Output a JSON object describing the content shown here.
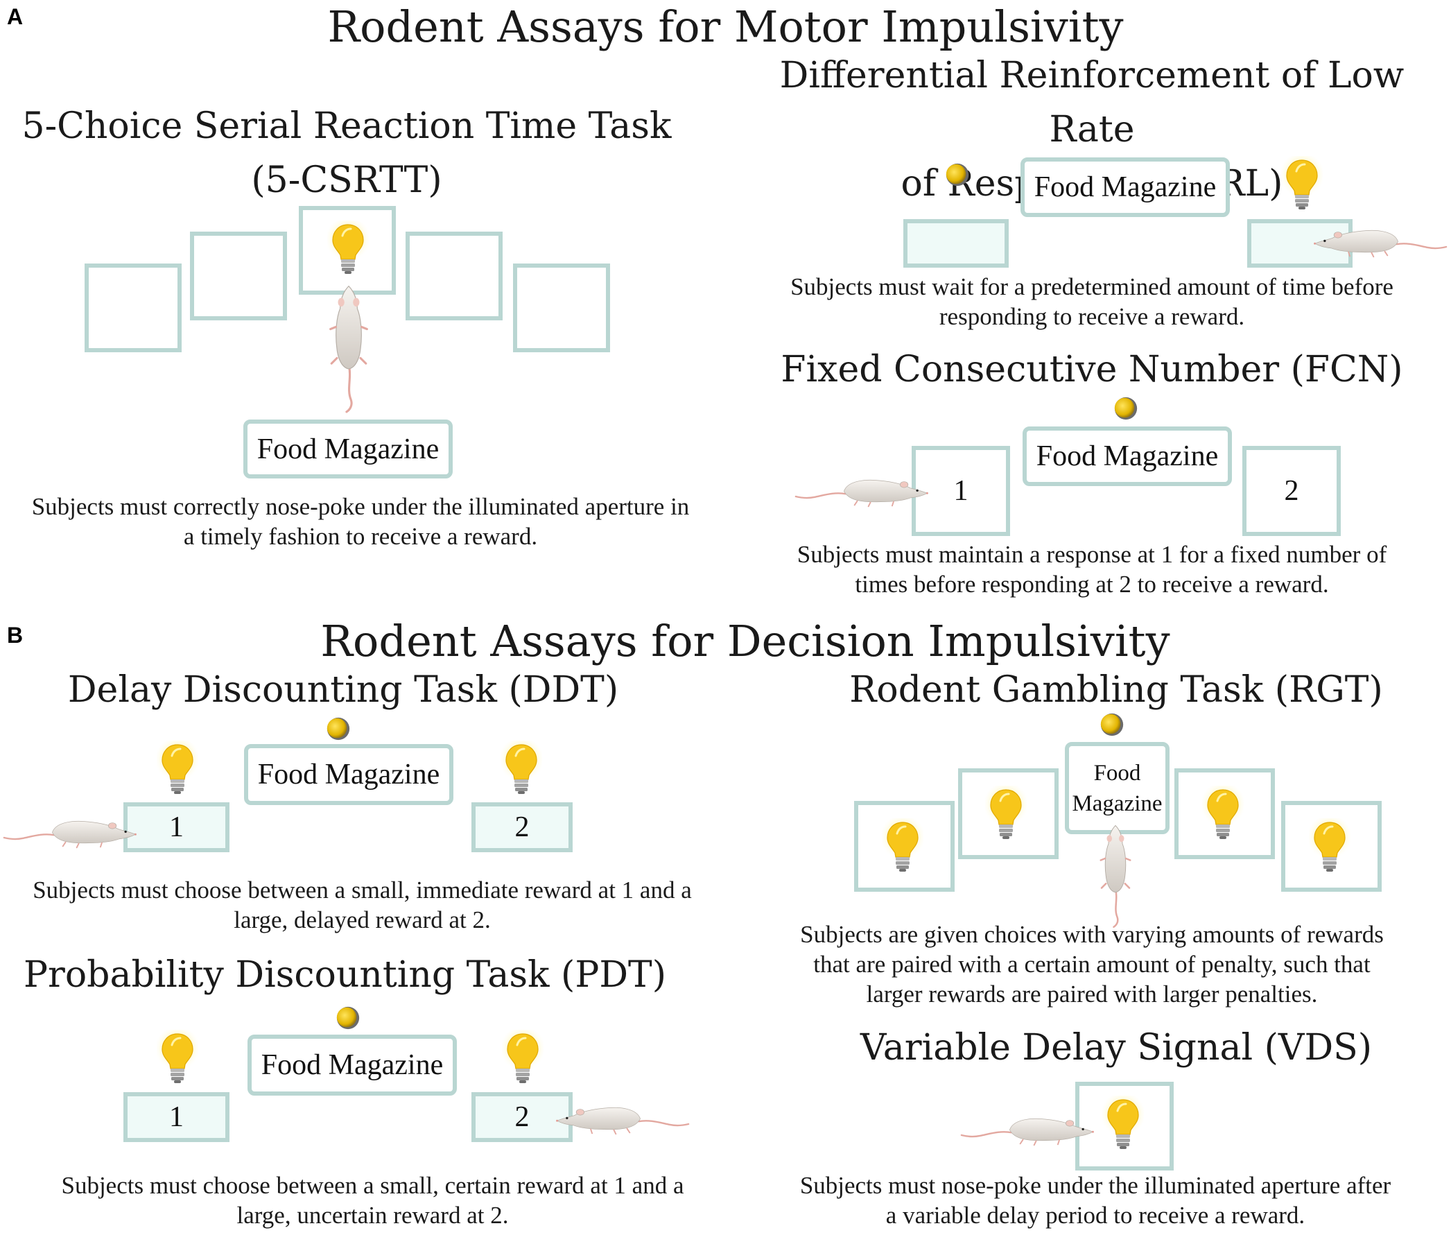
{
  "panel_a": {
    "letter": "A",
    "title": "Rodent Assays for Motor Impulsivity",
    "csrtt": {
      "title_line1": "5-Choice Serial Reaction Time Task",
      "title_line2": "(5-CSRTT)",
      "magazine": "Food Magazine",
      "description_line1": "Subjects must correctly nose-poke under the illuminated aperture in",
      "description_line2": "a timely fashion to receive a reward."
    },
    "drl": {
      "title_line1": "Differential Reinforcement of Low Rate",
      "title_line2": "of Responding (DRL)",
      "magazine": "Food Magazine",
      "description_line1": "Subjects must wait for a predetermined amount of time before",
      "description_line2": "responding to receive a reward."
    },
    "fcn": {
      "title": "Fixed Consecutive Number (FCN)",
      "magazine": "Food Magazine",
      "lever_1": "1",
      "lever_2": "2",
      "description_line1": "Subjects must maintain a response at 1 for a fixed number of",
      "description_line2": "times before responding at 2 to receive a reward."
    }
  },
  "panel_b": {
    "letter": "B",
    "title": "Rodent Assays for Decision Impulsivity",
    "ddt": {
      "title": "Delay Discounting Task (DDT)",
      "magazine": "Food Magazine",
      "lever_1": "1",
      "lever_2": "2",
      "description_line1": "Subjects must choose between a small, immediate reward at 1 and a",
      "description_line2": "large, delayed reward at 2."
    },
    "pdt": {
      "title": "Probability Discounting Task (PDT)",
      "magazine": "Food Magazine",
      "lever_1": "1",
      "lever_2": "2",
      "description_line1": "Subjects must choose between a small, certain reward at 1 and a",
      "description_line2": "large, uncertain reward at 2."
    },
    "rgt": {
      "title": "Rodent Gambling Task (RGT)",
      "magazine_line1": "Food",
      "magazine_line2": "Magazine",
      "description_line1": "Subjects are given choices with varying amounts of rewards",
      "description_line2": "that are paired with a certain amount of penalty, such that",
      "description_line3": "larger rewards are paired with larger penalties."
    },
    "vds": {
      "title": "Variable Delay Signal (VDS)",
      "description_line1": "Subjects must nose-poke under the illuminated aperture after",
      "description_line2": "a variable delay period to receive a reward."
    }
  },
  "colors": {
    "box_border": "#b9d6d2",
    "box_fill_tint": "#effaf8",
    "bulb_yellow": "#f7c61a",
    "pellet_gold": "#e2b400",
    "rodent_body": "#ebe7e2",
    "rodent_tail": "#e3a8a0"
  },
  "icons": [
    "light-bulb-icon",
    "food-pellet-icon",
    "rat-icon"
  ]
}
